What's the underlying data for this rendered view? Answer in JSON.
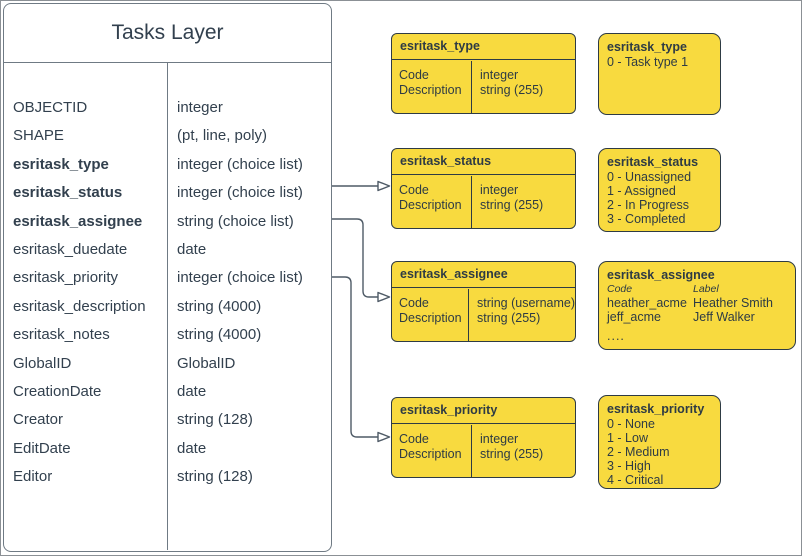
{
  "main_table": {
    "title": "Tasks Layer",
    "rows": [
      {
        "name": "OBJECTID",
        "type": "integer"
      },
      {
        "name": "SHAPE",
        "type": "(pt, line, poly)"
      },
      {
        "name": "esritask_type",
        "type": "integer (choice list)"
      },
      {
        "name": "esritask_status",
        "type": "integer (choice list)"
      },
      {
        "name": "esritask_assignee",
        "type": "string (choice list)"
      },
      {
        "name": "esritask_duedate",
        "type": "date"
      },
      {
        "name": "esritask_priority",
        "type": "integer (choice list)"
      },
      {
        "name": "esritask_description",
        "type": "string (4000)"
      },
      {
        "name": "esritask_notes",
        "type": "string (4000)"
      },
      {
        "name": "GlobalID",
        "type": "GlobalID"
      },
      {
        "name": "CreationDate",
        "type": "date"
      },
      {
        "name": "Creator",
        "type": "string (128)"
      },
      {
        "name": "EditDate",
        "type": "date"
      },
      {
        "name": "Editor",
        "type": "string (128)"
      }
    ]
  },
  "field_tables": [
    {
      "title": "esritask_type",
      "rows": [
        {
          "field": "Code",
          "type": "integer"
        },
        {
          "field": "Description",
          "type": "string (255)"
        }
      ]
    },
    {
      "title": "esritask_status",
      "rows": [
        {
          "field": "Code",
          "type": "integer"
        },
        {
          "field": "Description",
          "type": "string (255)"
        }
      ]
    },
    {
      "title": "esritask_assignee",
      "rows": [
        {
          "field": "Code",
          "type": "string (username)"
        },
        {
          "field": "Description",
          "type": "string (255)"
        }
      ]
    },
    {
      "title": "esritask_priority",
      "rows": [
        {
          "field": "Code",
          "type": "integer"
        },
        {
          "field": "Description",
          "type": "string (255)"
        }
      ]
    }
  ],
  "domain_lists": [
    {
      "title": "esritask_type",
      "items": [
        "0 - Task type 1"
      ]
    },
    {
      "title": "esritask_status",
      "items": [
        "0 - Unassigned",
        "1 - Assigned",
        "2 - In Progress",
        "3 - Completed"
      ]
    },
    {
      "title": "esritask_assignee",
      "col_headers": {
        "code": "Code",
        "label": "Label"
      },
      "rows": [
        {
          "code": "heather_acme",
          "label": "Heather Smith"
        },
        {
          "code": "jeff_acme",
          "label": "Jeff Walker"
        }
      ],
      "ellipsis": "...."
    },
    {
      "title": "esritask_priority",
      "items": [
        "0 - None",
        "1 - Low",
        "2 - Medium",
        "3 - High",
        "4 - Critical"
      ]
    }
  ],
  "colors": {
    "box_fill": "#f8da3f",
    "box_border": "#2e3b44",
    "table_border": "#6f7a84",
    "text": "#32404e",
    "connector": "#4e5a66"
  }
}
